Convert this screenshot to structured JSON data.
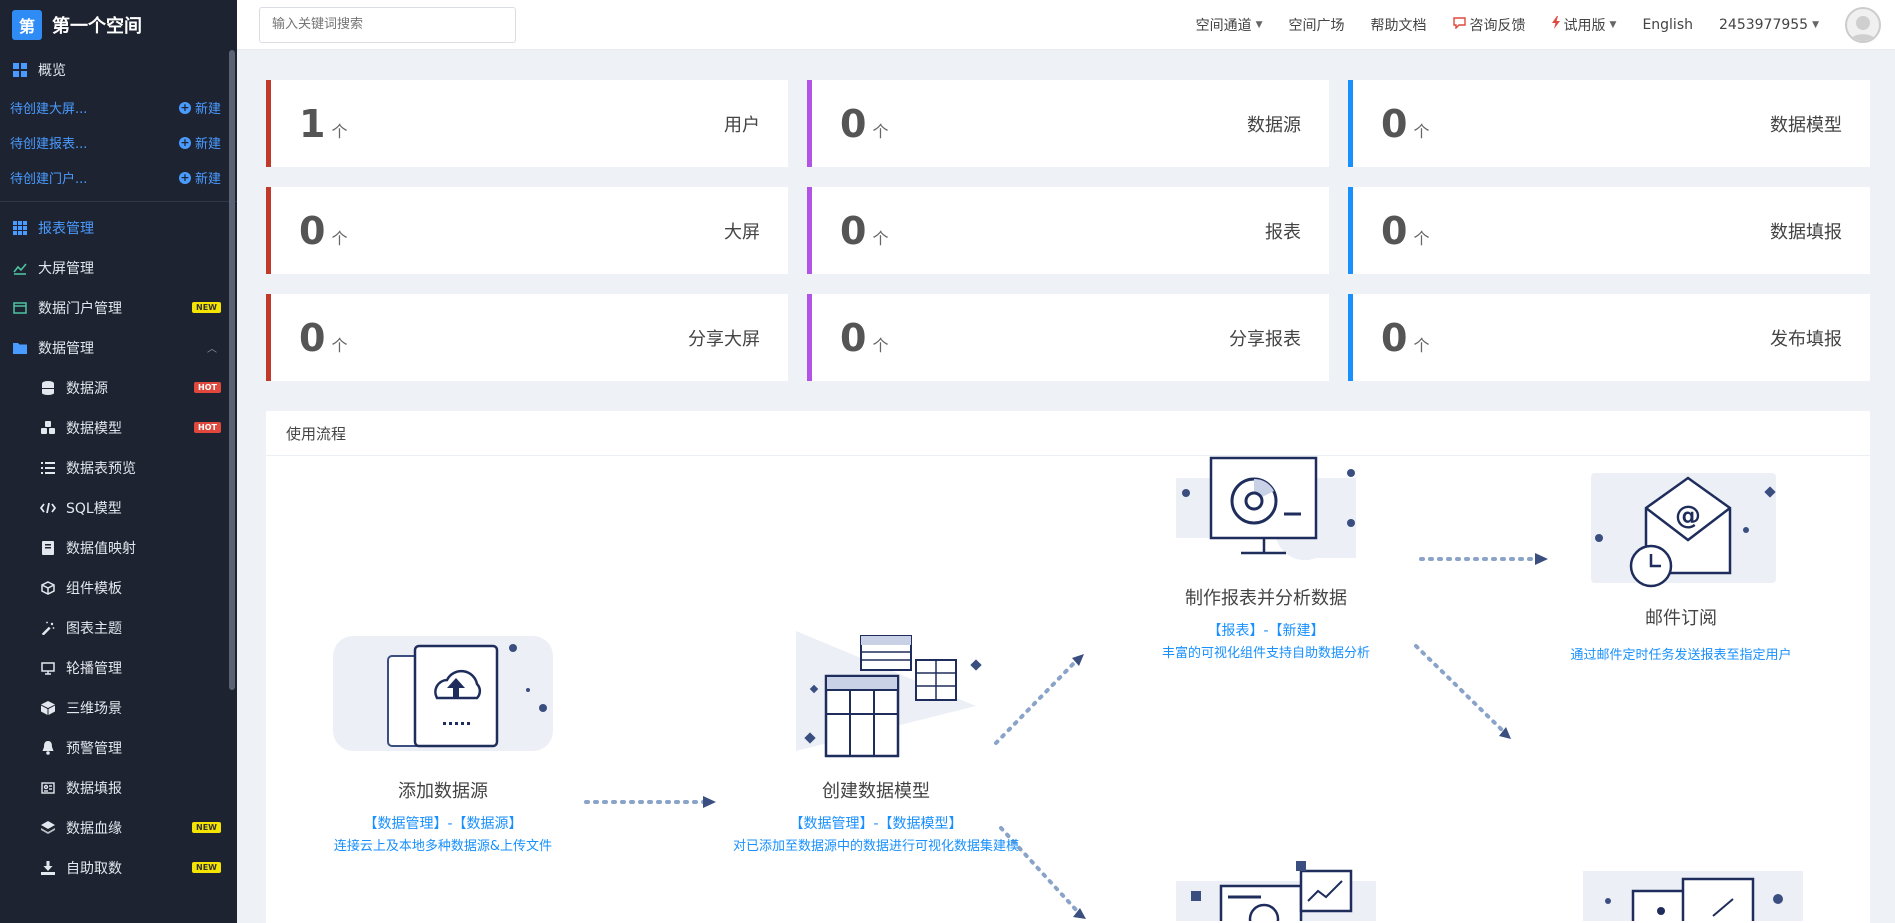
{
  "sidebar": {
    "brand_logo": "第",
    "brand_title": "第一个空间",
    "overview": "概览",
    "create_items": [
      {
        "label": "待创建大屏...",
        "action": "新建"
      },
      {
        "label": "待创建报表...",
        "action": "新建"
      },
      {
        "label": "待创建门户...",
        "action": "新建"
      }
    ],
    "menu": {
      "report": "报表管理",
      "screen": "大屏管理",
      "portal": "数据门户管理",
      "portal_badge": "NEW",
      "data": "数据管理",
      "subs": [
        {
          "label": "数据源",
          "badge": "HOT"
        },
        {
          "label": "数据模型",
          "badge": "HOT"
        },
        {
          "label": "数据表预览",
          "badge": ""
        },
        {
          "label": "SQL模型",
          "badge": ""
        },
        {
          "label": "数据值映射",
          "badge": ""
        },
        {
          "label": "组件模板",
          "badge": ""
        },
        {
          "label": "图表主题",
          "badge": ""
        },
        {
          "label": "轮播管理",
          "badge": ""
        },
        {
          "label": "三维场景",
          "badge": ""
        },
        {
          "label": "预警管理",
          "badge": ""
        },
        {
          "label": "数据填报",
          "badge": ""
        },
        {
          "label": "数据血缘",
          "badge": "NEW"
        },
        {
          "label": "自助取数",
          "badge": "NEW"
        }
      ]
    }
  },
  "topbar": {
    "search_placeholder": "输入关键词搜索",
    "nav": {
      "channel": "空间通道",
      "plaza": "空间广场",
      "help": "帮助文档",
      "feedback": "咨询反馈",
      "trial": "试用版",
      "lang": "English",
      "user": "2453977955"
    }
  },
  "stats": [
    {
      "value": "1",
      "unit": "个",
      "label": "用户"
    },
    {
      "value": "0",
      "unit": "个",
      "label": "数据源"
    },
    {
      "value": "0",
      "unit": "个",
      "label": "数据模型"
    },
    {
      "value": "0",
      "unit": "个",
      "label": "大屏"
    },
    {
      "value": "0",
      "unit": "个",
      "label": "报表"
    },
    {
      "value": "0",
      "unit": "个",
      "label": "数据填报"
    },
    {
      "value": "0",
      "unit": "个",
      "label": "分享大屏"
    },
    {
      "value": "0",
      "unit": "个",
      "label": "分享报表"
    },
    {
      "value": "0",
      "unit": "个",
      "label": "发布填报"
    }
  ],
  "flow": {
    "title": "使用流程",
    "steps": {
      "datasource": {
        "title": "添加数据源",
        "path": "【数据管理】-【数据源】",
        "desc": "连接云上及本地多种数据源&上传文件"
      },
      "model": {
        "title": "创建数据模型",
        "path": "【数据管理】-【数据模型】",
        "desc": "对已添加至数据源中的数据进行可视化数据集建模"
      },
      "report": {
        "title": "制作报表并分析数据",
        "path": "【报表】-【新建】",
        "desc": "丰富的可视化组件支持自助数据分析"
      },
      "mail": {
        "title": "邮件订阅",
        "desc": "通过邮件定时任务发送报表至指定用户"
      }
    }
  },
  "colors": {
    "sidebar_bg": "#1d2331",
    "accent": "#1890ff",
    "red": "#c0392b",
    "purple": "#b154e6"
  }
}
